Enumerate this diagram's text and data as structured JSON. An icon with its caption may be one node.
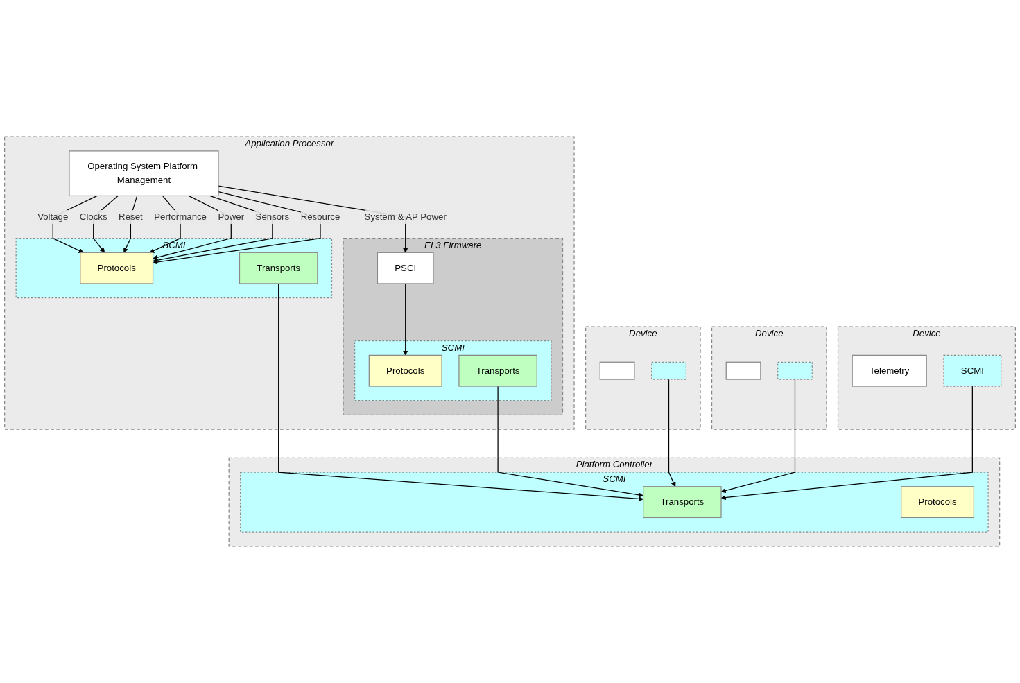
{
  "diagram": {
    "nodes": [
      {
        "text": [
          "Application Processor"
        ]
      },
      {
        "text": [
          "Operating System Platform Management"
        ],
        "in": 0
      },
      {
        "text": [
          "SCMI"
        ],
        "in": 0
      },
      {
        "text": [
          "Protocols"
        ],
        "in": 2
      },
      {
        "text": [
          "Transports"
        ],
        "in": 2
      },
      {
        "text": [
          "EL3 Firmware"
        ],
        "in": 0
      },
      {
        "text": [
          "PSCI"
        ],
        "in": 5
      },
      {
        "text": [
          "SCMI"
        ],
        "in": 5
      },
      {
        "text": [
          "Protocols"
        ],
        "in": 7
      },
      {
        "text": [
          "Transports"
        ],
        "in": 7
      },
      {
        "text": [
          "Device"
        ]
      },
      {
        "text": [],
        "shape": "box",
        "in": 10
      },
      {
        "text": [],
        "shape": "box",
        "in": 10
      },
      {
        "text": [
          "Device"
        ]
      },
      {
        "text": [],
        "shape": "box",
        "in": 13
      },
      {
        "text": [],
        "shape": "box",
        "in": 13
      },
      {
        "text": [
          "Device"
        ]
      },
      {
        "text": [
          "Telemetry"
        ],
        "in": 16
      },
      {
        "text": [
          "SCMI"
        ],
        "in": 16
      },
      {
        "text": [
          "Platform Controller"
        ]
      },
      {
        "text": [
          "SCMI"
        ],
        "in": 19
      },
      {
        "text": [
          "Transports"
        ],
        "in": 20
      },
      {
        "text": [
          "Protocols"
        ],
        "in": 20
      }
    ],
    "edges": [
      {
        "from": 1,
        "to": 3,
        "label": "Voltage",
        "arrow": "to"
      },
      {
        "from": 1,
        "to": 3,
        "label": "Clocks",
        "arrow": "to"
      },
      {
        "from": 1,
        "to": 3,
        "label": "Reset",
        "arrow": "to"
      },
      {
        "from": 1,
        "to": 3,
        "label": "Performance",
        "arrow": "to"
      },
      {
        "from": 1,
        "to": 3,
        "label": "Power",
        "arrow": "to"
      },
      {
        "from": 1,
        "to": 3,
        "label": "Sensors",
        "arrow": "to"
      },
      {
        "from": 1,
        "to": 3,
        "label": "Resource",
        "arrow": "to"
      },
      {
        "from": 1,
        "to": 6,
        "label": "System & AP Power",
        "arrow": "to"
      },
      {
        "from": 6,
        "to": 8,
        "arrow": "to"
      },
      {
        "from": 4,
        "to": 21,
        "arrow": "to"
      },
      {
        "from": 9,
        "to": 21,
        "arrow": "to"
      },
      {
        "from": 12,
        "to": 21,
        "arrow": "to"
      },
      {
        "from": 15,
        "to": 21,
        "arrow": "to"
      },
      {
        "from": 18,
        "to": 21,
        "arrow": "to"
      }
    ]
  }
}
